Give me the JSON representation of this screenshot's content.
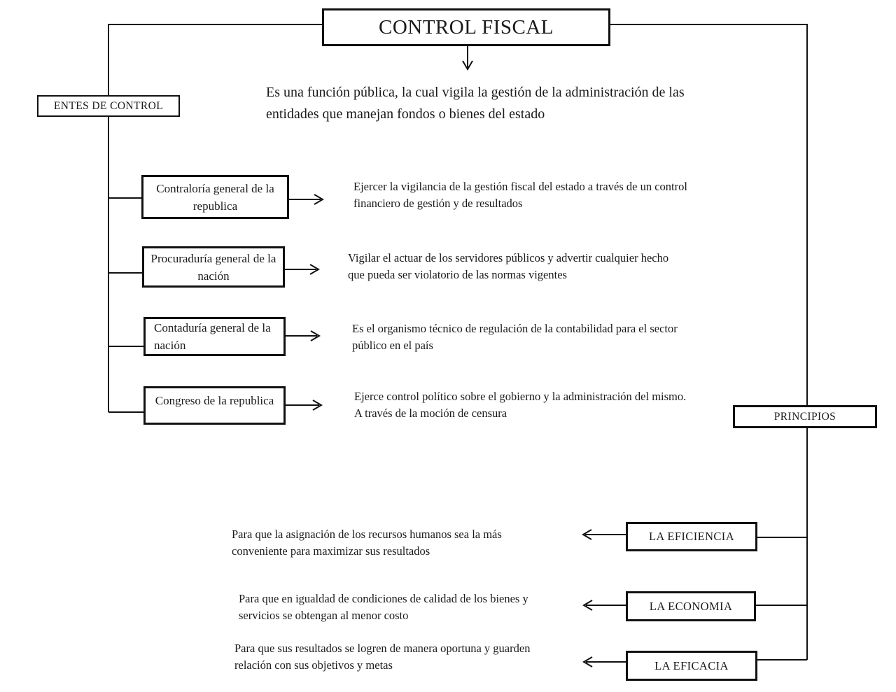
{
  "title": "CONTROL FISCAL",
  "definition": "Es una función pública, la cual vigila la gestión de la administración de las entidades que manejan fondos o bienes del estado",
  "colors": {
    "line": "#111111",
    "text": "#1a1a1a",
    "background": "#ffffff"
  },
  "entes_de_control": {
    "label": "ENTES DE CONTROL",
    "items": [
      {
        "name": "Contraloría general de la republica",
        "description": "Ejercer la vigilancia de la gestión fiscal del estado a través de un control financiero de gestión y de resultados"
      },
      {
        "name": "Procuraduría general de la nación",
        "description": "Vigilar el actuar de los servidores públicos y advertir cualquier hecho que pueda ser violatorio de las normas vigentes"
      },
      {
        "name": "Contaduría general de la nación",
        "description": "Es el organismo técnico de regulación de la contabilidad para el sector público en el país"
      },
      {
        "name": "Congreso de la republica",
        "description": "Ejerce control político sobre el gobierno y la administración del mismo. A través de la moción de censura"
      }
    ]
  },
  "principios": {
    "label": "PRINCIPIOS",
    "items": [
      {
        "name": "LA EFICIENCIA",
        "description": "Para que la asignación de los recursos humanos sea la más conveniente para maximizar sus resultados"
      },
      {
        "name": "LA ECONOMIA",
        "description": "Para que en igualdad de condiciones de calidad de los bienes y servicios se obtengan al menor costo"
      },
      {
        "name": "LA EFICACIA",
        "description": "Para que sus resultados se logren de manera oportuna y guarden relación con sus objetivos y metas"
      }
    ]
  }
}
